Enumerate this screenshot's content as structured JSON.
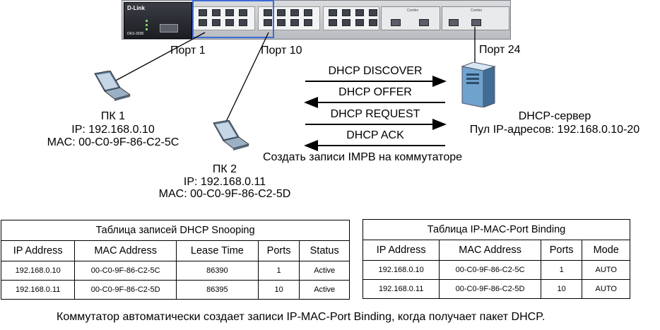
{
  "ports": {
    "port1": "Порт 1",
    "port10": "Порт 10",
    "port24": "Порт 24"
  },
  "switch": {
    "brand": "D-Link",
    "model": "DES-3028",
    "combo1": "Combo",
    "combo2": "Combo"
  },
  "messages": [
    {
      "label": "DHCP DISCOVER",
      "direction": "right"
    },
    {
      "label": "DHCP OFFER",
      "direction": "left"
    },
    {
      "label": "DHCP REQUEST",
      "direction": "right"
    },
    {
      "label": "DHCP ACK",
      "direction": "left"
    }
  ],
  "impb_note": "Создать записи IMPB на коммутаторе",
  "pc1": {
    "name": "ПК 1",
    "ip": "IP: 192.168.0.10",
    "mac": "MAC: 00-C0-9F-86-C2-5C"
  },
  "pc2": {
    "name": "ПК 2",
    "ip": "IP: 192.168.0.11",
    "mac": "MAC: 00-C0-9F-86-C2-5D"
  },
  "server": {
    "name": "DHCP-сервер",
    "pool": "Пул IP-адресов: 192.168.0.10-20"
  },
  "snooping_table": {
    "title": "Таблица записей DHCP Snooping",
    "headers": [
      "IP Address",
      "MAC Address",
      "Lease Time",
      "Ports",
      "Status"
    ],
    "rows": [
      [
        "192.168.0.10",
        "00-C0-9F-86-C2-5C",
        "86390",
        "1",
        "Active"
      ],
      [
        "192.168.0.11",
        "00-C0-9F-86-C2-5D",
        "86395",
        "10",
        "Active"
      ]
    ]
  },
  "binding_table": {
    "title": "Таблица IP-MAC-Port Binding",
    "headers": [
      "IP Address",
      "MAC Address",
      "Ports",
      "Mode"
    ],
    "rows": [
      [
        "192.168.0.10",
        "00-C0-9F-86-C2-5C",
        "1",
        "AUTO"
      ],
      [
        "192.168.0.11",
        "00-C0-9F-86-C2-5D",
        "10",
        "AUTO"
      ]
    ]
  },
  "footer": "Коммутатор автоматически создает записи IP-MAC-Port Binding, когда получает пакет DHCP."
}
